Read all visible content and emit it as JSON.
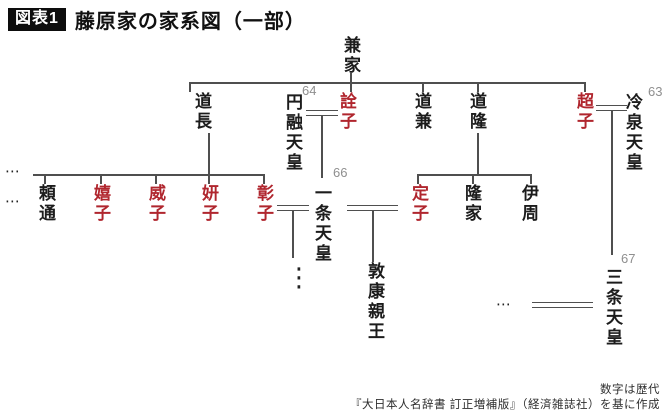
{
  "title": {
    "badge": "図表1",
    "heading": "藤原家の家系図（一部）"
  },
  "colors": {
    "red": "#b0262e",
    "ink": "#1c1c1c",
    "line": "#4f4f4f",
    "number_gray": "#8f8f8f"
  },
  "persons": {
    "kaneie": {
      "name": "兼家"
    },
    "michinaga": {
      "name": "道長"
    },
    "enyu": {
      "name": "円融天皇",
      "number": "64"
    },
    "senshi": {
      "name": "詮子"
    },
    "michikane": {
      "name": "道兼"
    },
    "michitaka": {
      "name": "道隆"
    },
    "choshi": {
      "name": "超子"
    },
    "reizei": {
      "name": "冷泉天皇",
      "number": "63"
    },
    "ichijo": {
      "name": "一条天皇",
      "number": "66"
    },
    "yorimichi": {
      "name": "頼通"
    },
    "kishi": {
      "name": "嬉子"
    },
    "ishi": {
      "name": "威子"
    },
    "kenshi": {
      "name": "妍子"
    },
    "shoshi": {
      "name": "彰子"
    },
    "teishi": {
      "name": "定子"
    },
    "takaie": {
      "name": "隆家"
    },
    "korechika": {
      "name": "伊周"
    },
    "atsuyasu": {
      "name": "敦康親王"
    },
    "sanjo": {
      "name": "三条天皇",
      "number": "67"
    }
  },
  "ellipsis": {
    "horizontal": "⋯",
    "vertical": "⋮"
  },
  "caption": {
    "line1": "数字は歴代",
    "line2": "『大日本人名辞書 訂正増補版』（経済雑誌社）を基に作成"
  }
}
